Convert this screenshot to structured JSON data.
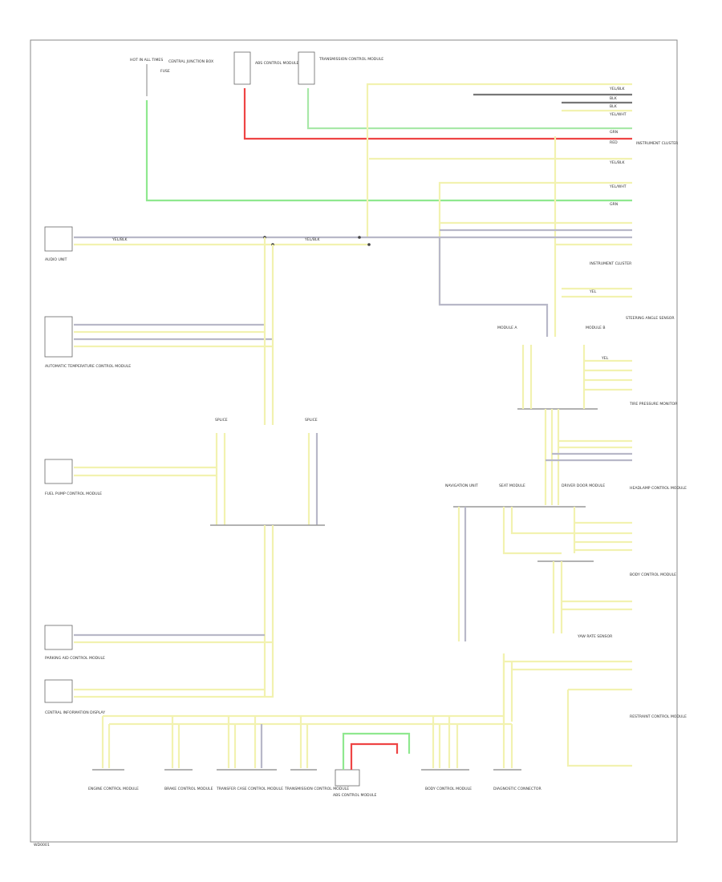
{
  "page": {
    "footer_code": "WD0001"
  },
  "colors": {
    "yellow": "#f2f2b0",
    "yellow_dark": "#e8e890",
    "grey": "#b8b8c8",
    "green": "#8fe88f",
    "red": "#ee4444",
    "black": "#555555"
  },
  "labels": {
    "hot_in_all_times": "HOT IN ALL TIMES",
    "fuse": "FUSE",
    "central_junction": "CENTRAL JUNCTION BOX",
    "abs_control": "ABS CONTROL MODULE",
    "transmission_control": "TRANSMISSION CONTROL MODULE",
    "audio_unit": "AUDIO UNIT",
    "instrument_cluster": "INSTRUMENT CLUSTER",
    "steering_angle": "STEERING ANGLE SENSOR",
    "auto_climate": "AUTOMATIC TEMPERATURE CONTROL MODULE",
    "fuel_pump": "FUEL PUMP CONTROL MODULE",
    "parking_aid": "PARKING AID CONTROL MODULE",
    "central_info": "CENTRAL INFORMATION DISPLAY",
    "tire_pressure": "TIRE PRESSURE MONITOR",
    "headlamp": "HEADLAMP CONTROL MODULE",
    "navigation": "NAVIGATION UNIT",
    "seat_module": "SEAT MODULE",
    "driver_door": "DRIVER DOOR MODULE",
    "ecm": "ENGINE CONTROL MODULE",
    "body_control": "BODY CONTROL MODULE",
    "brake_control": "BRAKE CONTROL MODULE",
    "transfer_case": "TRANSFER CASE CONTROL MODULE",
    "yaw_sensor": "YAW RATE SENSOR",
    "diagnostic": "DIAGNOSTIC CONNECTOR",
    "restraint": "RESTRAINT CONTROL MODULE",
    "module_a": "MODULE A",
    "module_b": "MODULE B",
    "splice": "SPLICE",
    "wire_yel_blk": "YEL/BLK",
    "wire_yel_wht": "YEL/WHT",
    "wire_blk": "BLK",
    "wire_red": "RED",
    "wire_grn": "GRN",
    "wire_yel": "YEL"
  }
}
